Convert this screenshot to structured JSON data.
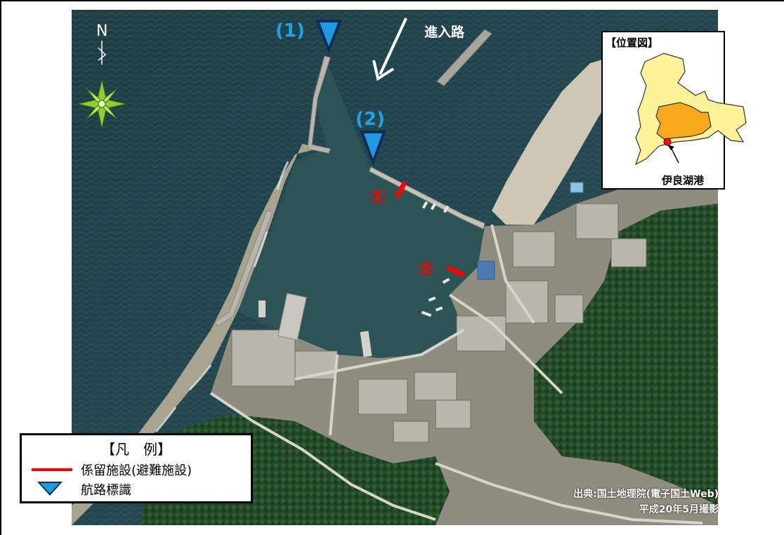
{
  "map": {
    "compass_label": "N",
    "route_label": "進入路",
    "marker_1_label": "(1)",
    "marker_2_label": "(2)",
    "facility_1_label": "①",
    "facility_2_label": "②"
  },
  "inset": {
    "title": "【位置図】",
    "port_label": "伊良湖港"
  },
  "legend": {
    "title": "【凡　例】",
    "mooring_label": "係留施設(避難施設)",
    "navmark_label": "航路標識"
  },
  "source": {
    "line1": "出典:国土地理院(電子国土Web)",
    "line2": "平成20年5月撮影"
  },
  "colors": {
    "facility_red": "#ff0000",
    "marker_blue": "#1f8fd6",
    "marker_label_blue": "#1ea3ea",
    "prefecture_yellow": "#fff39a",
    "prefecture_orange": "#f7a81b"
  }
}
